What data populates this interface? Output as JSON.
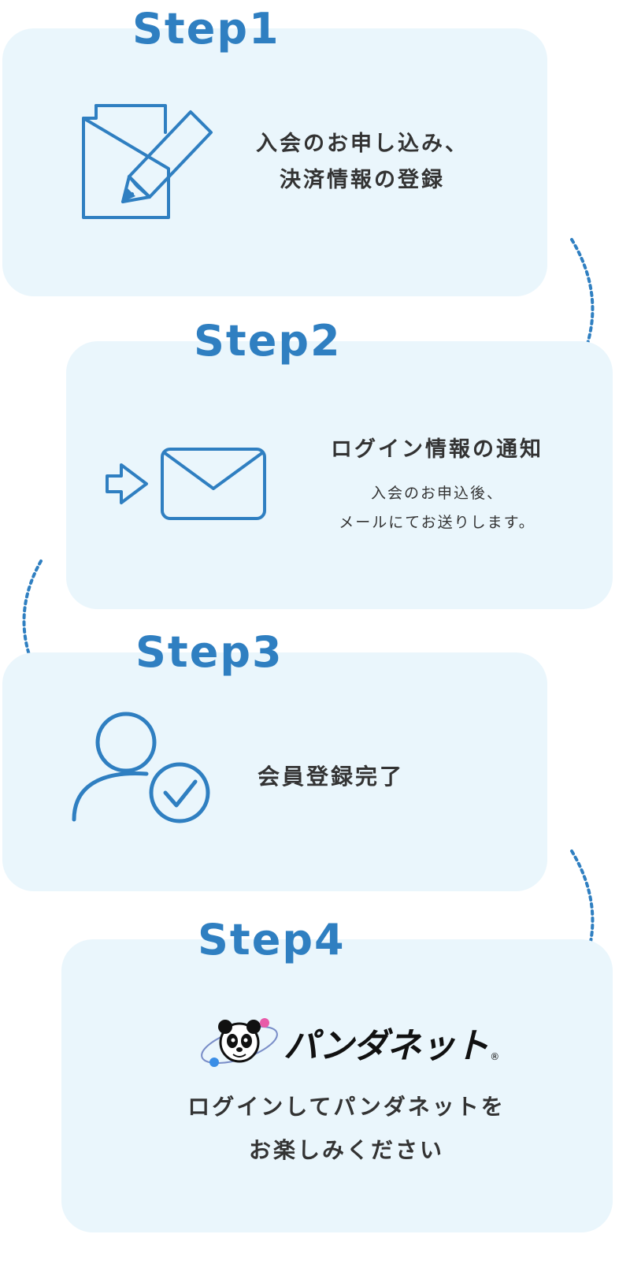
{
  "steps": [
    {
      "title": "Step1",
      "line1": "入会のお申し込み、",
      "line2": "決済情報の登録",
      "icon": "document-edit-icon"
    },
    {
      "title": "Step2",
      "heading": "ログイン情報の通知",
      "sub1": "入会のお申込後、",
      "sub2": "メールにてお送りします。",
      "icon": "mail-send-icon"
    },
    {
      "title": "Step3",
      "line1": "会員登録完了",
      "icon": "user-check-icon"
    },
    {
      "title": "Step4",
      "line1": "ログインしてパンダネットを",
      "line2": "お楽しみください",
      "logo": "パンダネット",
      "icon": "pandanet-logo"
    }
  ],
  "colors": {
    "accent": "#2f7fc1",
    "card": "#eaf6fc",
    "text": "#333333"
  }
}
